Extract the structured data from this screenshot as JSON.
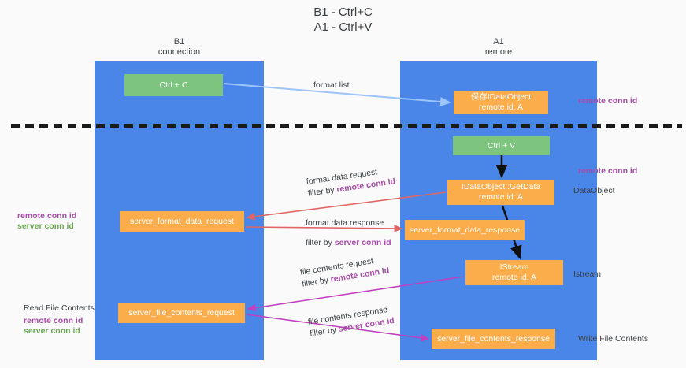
{
  "title": "B1 - Ctrl+C\nA1 - Ctrl+V",
  "colors": {
    "lane": "#4a86e8",
    "green_box": "#7dc47f",
    "orange_box": "#fbad4b",
    "purple_text": "#a64ca6",
    "green_text": "#6aa84f",
    "blue_arrow": "#9fc5f8",
    "red_arrow": "#e06666",
    "magenta_arrow": "#c040c0",
    "black_arrow": "#000000",
    "divider": "#1a1a1a",
    "background": "#fafafa"
  },
  "lanes": {
    "left": {
      "name": "B1",
      "role": "connection",
      "header": "B1\nconnection"
    },
    "right": {
      "name": "A1",
      "role": "remote",
      "header": "A1\nremote"
    }
  },
  "boxes": {
    "ctrl_c": "Ctrl + C",
    "save_idataobject": "保存IDataObject\nremote id: A",
    "ctrl_v": "Ctrl + V",
    "idataobject_getdata": "IDataObject::GetData\nremote id: A",
    "server_format_data_request": "server_format_data_request",
    "server_format_data_response": "server_format_data_response",
    "istream": "IStream\nremote id: A",
    "server_file_contents_request": "server_file_contents_request",
    "server_file_contents_response": "server_file_contents_response"
  },
  "edge_labels": {
    "format_list": "format list",
    "format_data_request": "format data request",
    "format_data_request_filter_prefix": "filter by ",
    "format_data_request_filter_key": "remote conn id",
    "format_data_response": "format data response",
    "format_data_response_filter_prefix": "filter by ",
    "format_data_response_filter_key": "server conn id",
    "file_contents_request": "file contents request",
    "file_contents_request_filter_prefix": "filter by ",
    "file_contents_request_filter_key": "remote conn id",
    "file_contents_response": "file contents response",
    "file_contents_response_filter_prefix": "filter by ",
    "file_contents_response_filter_key": "server conn id"
  },
  "right_notes": {
    "remote_conn_id_top": "remote conn id",
    "remote_conn_id_mid": "remote conn id",
    "dataobject": "DataObject",
    "istream": "Istream",
    "write_file_contents": "Write File Contents"
  },
  "left_notes": {
    "group1_remote": "remote conn id",
    "group1_server": "server conn id",
    "read_file_contents": "Read File Contents",
    "group2_remote": "remote conn id",
    "group2_server": "server conn id"
  }
}
